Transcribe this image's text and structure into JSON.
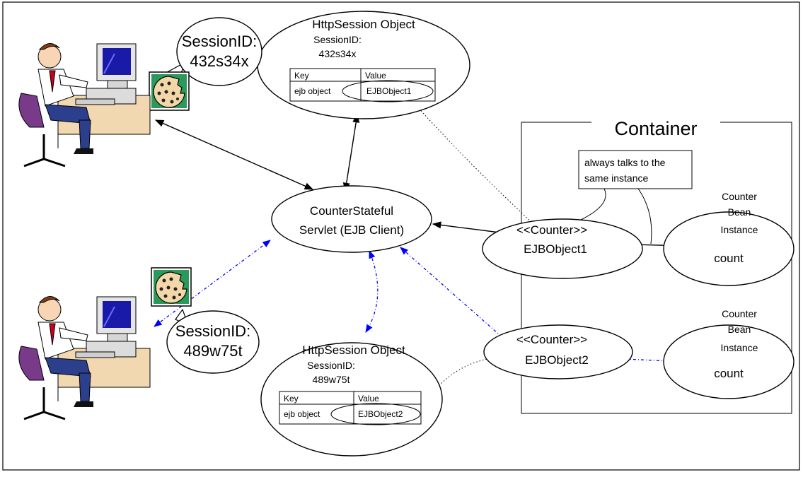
{
  "container": {
    "title": "Container"
  },
  "note": {
    "line1": "always talks to the",
    "line2": "same instance"
  },
  "bubble_top": {
    "line1": "SessionID:",
    "line2": "432s34x"
  },
  "bubble_bottom": {
    "line1": "SessionID:",
    "line2": "489w75t"
  },
  "session_top": {
    "title": "HttpSession Object",
    "id_label": "SessionID:",
    "id_value": "432s34x",
    "table": {
      "header_key": "Key",
      "header_value": "Value",
      "row_key": "ejb object",
      "row_value": "EJBObject1"
    }
  },
  "session_bottom": {
    "title": "HttpSession Object",
    "id_label": "SessionID:",
    "id_value": "489w75t",
    "table": {
      "header_key": "Key",
      "header_value": "Value",
      "row_key": "ejb object",
      "row_value": "EJBObject2"
    }
  },
  "servlet": {
    "line1": "CounterStateful",
    "line2": "Servlet (EJB Client)"
  },
  "ejb1": {
    "stereotype": "<<Counter>>",
    "name": "EJBObject1"
  },
  "ejb2": {
    "stereotype": "<<Counter>>",
    "name": "EJBObject2"
  },
  "bean1": {
    "line1": "Counter",
    "line2": "Bean",
    "line3": "Instance",
    "field": "count"
  },
  "bean2": {
    "line1": "Counter",
    "line2": "Bean",
    "line3": "Instance",
    "field": "count"
  },
  "colors": {
    "client2_links": "#0000ff",
    "links": "#000000",
    "monitor": "#1a1aa8"
  },
  "icons": [
    "user-at-computer-icon",
    "cookie-icon"
  ]
}
